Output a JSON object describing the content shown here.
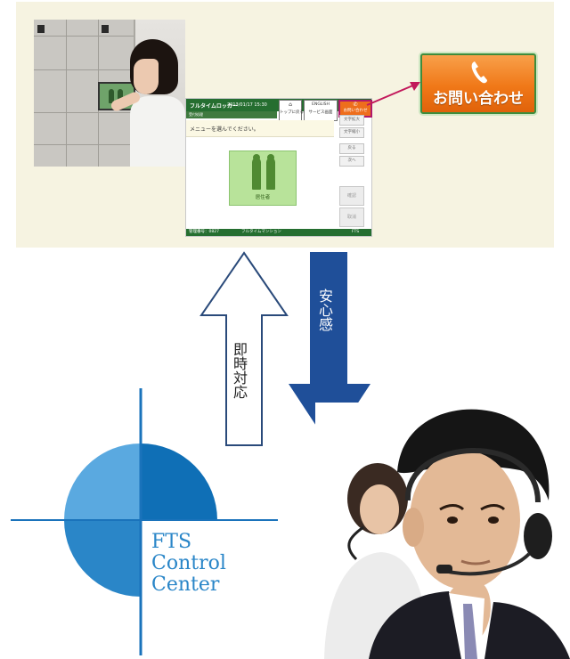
{
  "terminal_screen": {
    "brand": "フルタイムロッカー",
    "datetime": "2013/01/17  15:30",
    "subbar": "受付処理",
    "top_button": "トップに戻る",
    "english_button": "ENGLISH",
    "service_button": "サービス画面",
    "contact_button": "お問い合わせ",
    "message": "メニューを選んでください。",
    "side_buttons": [
      "文字拡大",
      "文字縮小",
      "戻る",
      "次へ"
    ],
    "big_buttons": [
      "確認",
      "取消"
    ],
    "resident_button": "居住者",
    "footer_id": "管理番号：0827",
    "footer_name": "フルタイムマンション",
    "footer_logo": "FTS"
  },
  "contact_big": {
    "label": "お問い合わせ",
    "icon": "phone-icon"
  },
  "arrows": {
    "up": {
      "label": "即時対応",
      "color": "#ffffff",
      "outline": "#2a4a7a"
    },
    "down": {
      "label": "安心感",
      "color": "#1f4f99"
    }
  },
  "logo": {
    "lines": [
      "FTS",
      "Control",
      "Center"
    ],
    "color": "#2a86c8"
  },
  "colors": {
    "panel_bg": "#f6f3e1",
    "screen_green": "#256e30",
    "resident_green": "#b8e39a",
    "contact_orange": "#f07818",
    "link_arrow": "#c2185b"
  }
}
